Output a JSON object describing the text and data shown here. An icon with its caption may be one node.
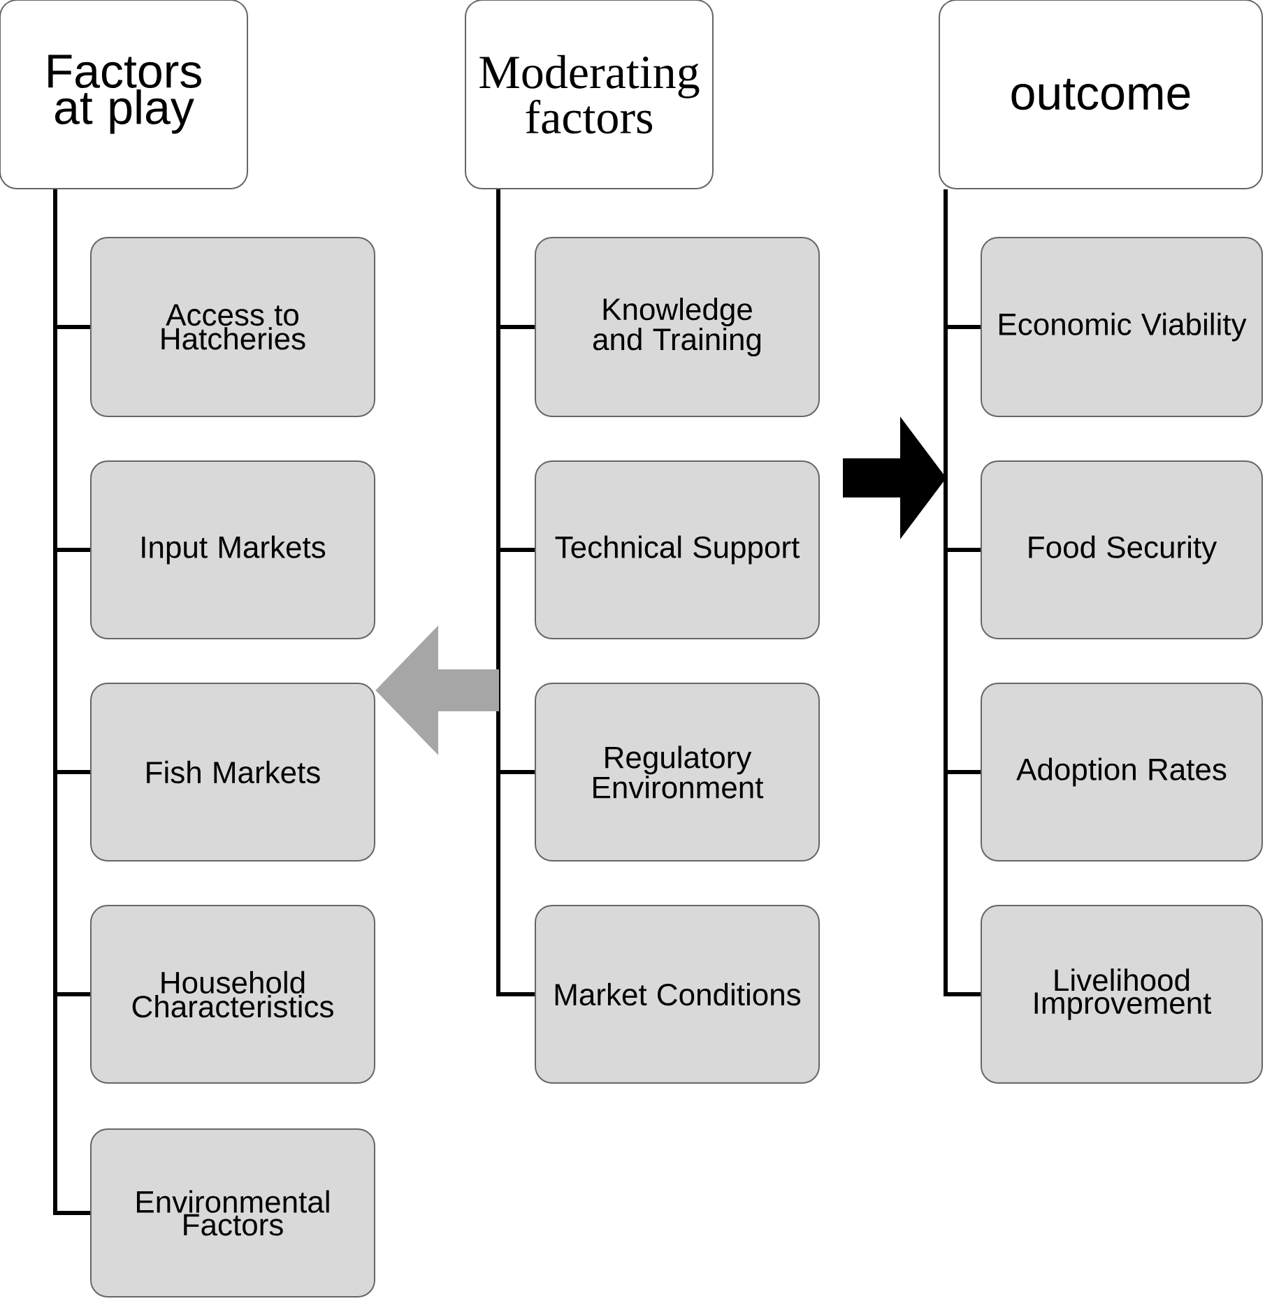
{
  "diagram": {
    "nodes": [
      {
        "text": [
          "Factors at play"
        ]
      },
      {
        "text": [
          "Access to Hatcheries"
        ]
      },
      {
        "text": [
          "Input Markets"
        ]
      },
      {
        "text": [
          "Fish Markets"
        ]
      },
      {
        "text": [
          "Household Characteristics"
        ]
      },
      {
        "text": [
          "Environmental Factors"
        ]
      },
      {
        "text": [
          "Moderating factors"
        ]
      },
      {
        "text": [
          "Knowledge and Training"
        ]
      },
      {
        "text": [
          "Technical Support"
        ]
      },
      {
        "text": [
          "Regulatory Environment"
        ]
      },
      {
        "text": [
          "Market Conditions"
        ]
      },
      {
        "text": [
          "outcome"
        ]
      },
      {
        "text": [
          "Economic Viability"
        ]
      },
      {
        "text": [
          "Food Security"
        ]
      },
      {
        "text": [
          "Adoption Rates"
        ]
      },
      {
        "text": [
          "Livelihood Improvement"
        ]
      }
    ],
    "edges": [
      {
        "from": 0,
        "to": 1,
        "arrow": "none"
      },
      {
        "from": 0,
        "to": 2,
        "arrow": "none"
      },
      {
        "from": 0,
        "to": 3,
        "arrow": "none"
      },
      {
        "from": 0,
        "to": 4,
        "arrow": "none"
      },
      {
        "from": 0,
        "to": 5,
        "arrow": "none"
      },
      {
        "from": 6,
        "to": 7,
        "arrow": "none"
      },
      {
        "from": 6,
        "to": 8,
        "arrow": "none"
      },
      {
        "from": 6,
        "to": 9,
        "arrow": "none"
      },
      {
        "from": 6,
        "to": 10,
        "arrow": "none"
      },
      {
        "from": 11,
        "to": 12,
        "arrow": "none"
      },
      {
        "from": 11,
        "to": 13,
        "arrow": "none"
      },
      {
        "from": 11,
        "to": 14,
        "arrow": "none"
      },
      {
        "from": 11,
        "to": 15,
        "arrow": "none"
      },
      {
        "from": null,
        "to": 3,
        "arrow": "to",
        "style": "thick",
        "color": "#a6a6a6"
      }
    ]
  }
}
